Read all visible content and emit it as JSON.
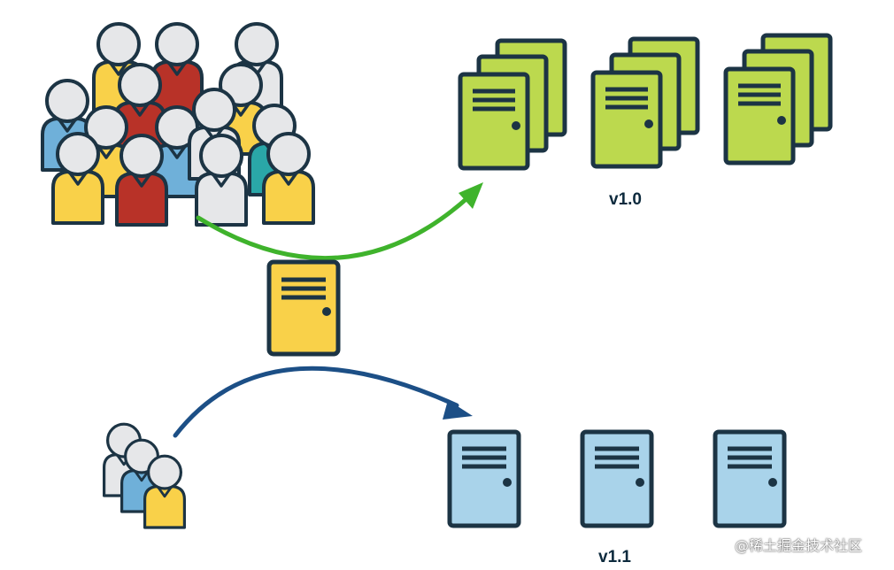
{
  "labels": {
    "v1_0": "v1.0",
    "v1_1": "v1.1"
  },
  "watermark": "@稀土掘金技术社区",
  "colors": {
    "outline": "#1c3444",
    "server_green": "#bcd94e",
    "server_yellow": "#f9d149",
    "server_blue": "#a9d3ea",
    "arrow_green": "#3fb32c",
    "arrow_blue": "#1c4f86",
    "person_head": "#e6e7e9",
    "shirt_yellow": "#f9d149",
    "shirt_red": "#b83228",
    "shirt_blue": "#6fb0d9",
    "shirt_teal": "#2aa7a8",
    "shirt_white": "#e6e7e9"
  },
  "icons": {
    "large_crowd": "people-group-icon",
    "small_crowd": "people-group-icon",
    "router": "server-icon",
    "v1_0_servers": "server-stack-icon",
    "v1_1_servers": "server-icon"
  }
}
